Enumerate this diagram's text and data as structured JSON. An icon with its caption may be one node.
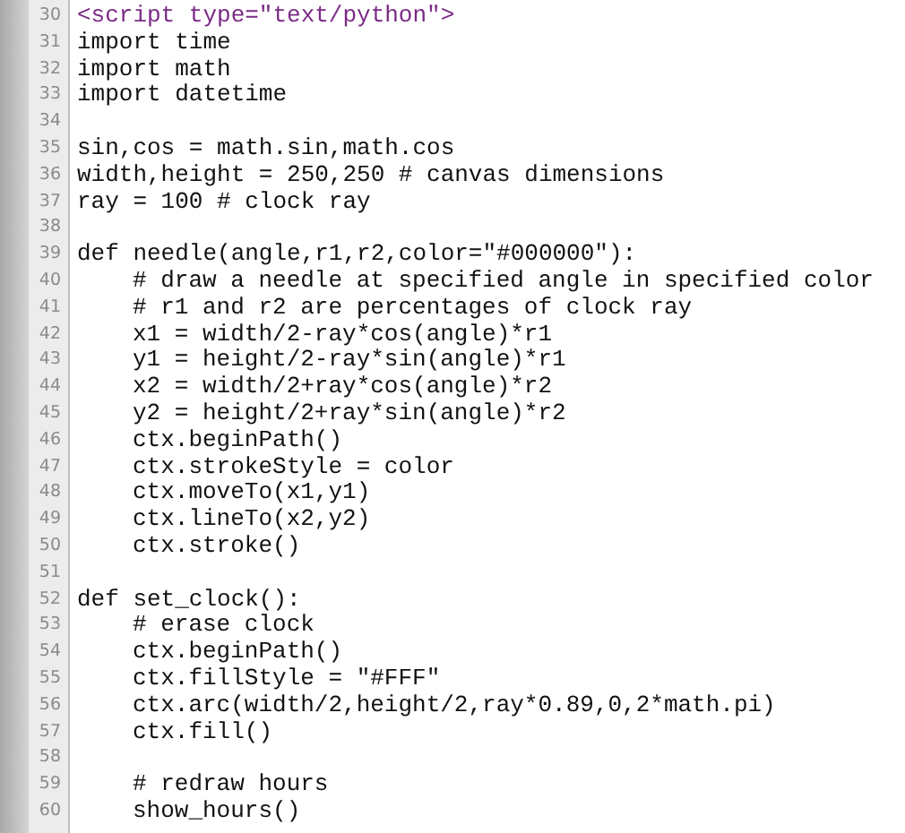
{
  "diagram": {
    "labels": [
      "30",
      "<script type=\"text/python\">",
      "31",
      "import time",
      "32",
      "import math",
      "33",
      "import datetime",
      "34",
      "35",
      "sin,cos = math.sin,math.cos",
      "36",
      "width,height = 250,250 # canvas dimensions",
      "37",
      "ray = 100 # clock ray",
      "38",
      "39",
      "def needle(angle,r1,r2,color=\"#000000\"):",
      "40",
      "# draw a needle at specified angle in specified color",
      "41",
      "# r1 and r2 are percentages of clock ray",
      "42",
      "x1 = width/2-ray*cos(angle)*r1",
      "43",
      "y1 = height/2-ray*sin(angle)*r1",
      "44",
      "x2 = width/2+ray*cos(angle)*r2",
      "45",
      "y2 = height/2+ray*sin(angle)*r2",
      "46",
      "ctx.beginPath()",
      "47",
      "ctx.strokeStyle = color",
      "48",
      "ctx.moveTo(x1,y1)",
      "49",
      "ctx.lineTo(x2,y2)",
      "50",
      "ctx.stroke()",
      "51",
      "52",
      "def set_clock():",
      "53",
      "# erase clock",
      "54",
      "ctx.beginPath()",
      "55",
      "ctx.fillStyle = \"#FFF\"",
      "56",
      "ctx.arc(width/2,height/2,ray*0.89,0,2*math.pi)",
      "57",
      "ctx.fill()",
      "58",
      "59",
      "# redraw hours",
      "60",
      "show_hours()"
    ]
  }
}
